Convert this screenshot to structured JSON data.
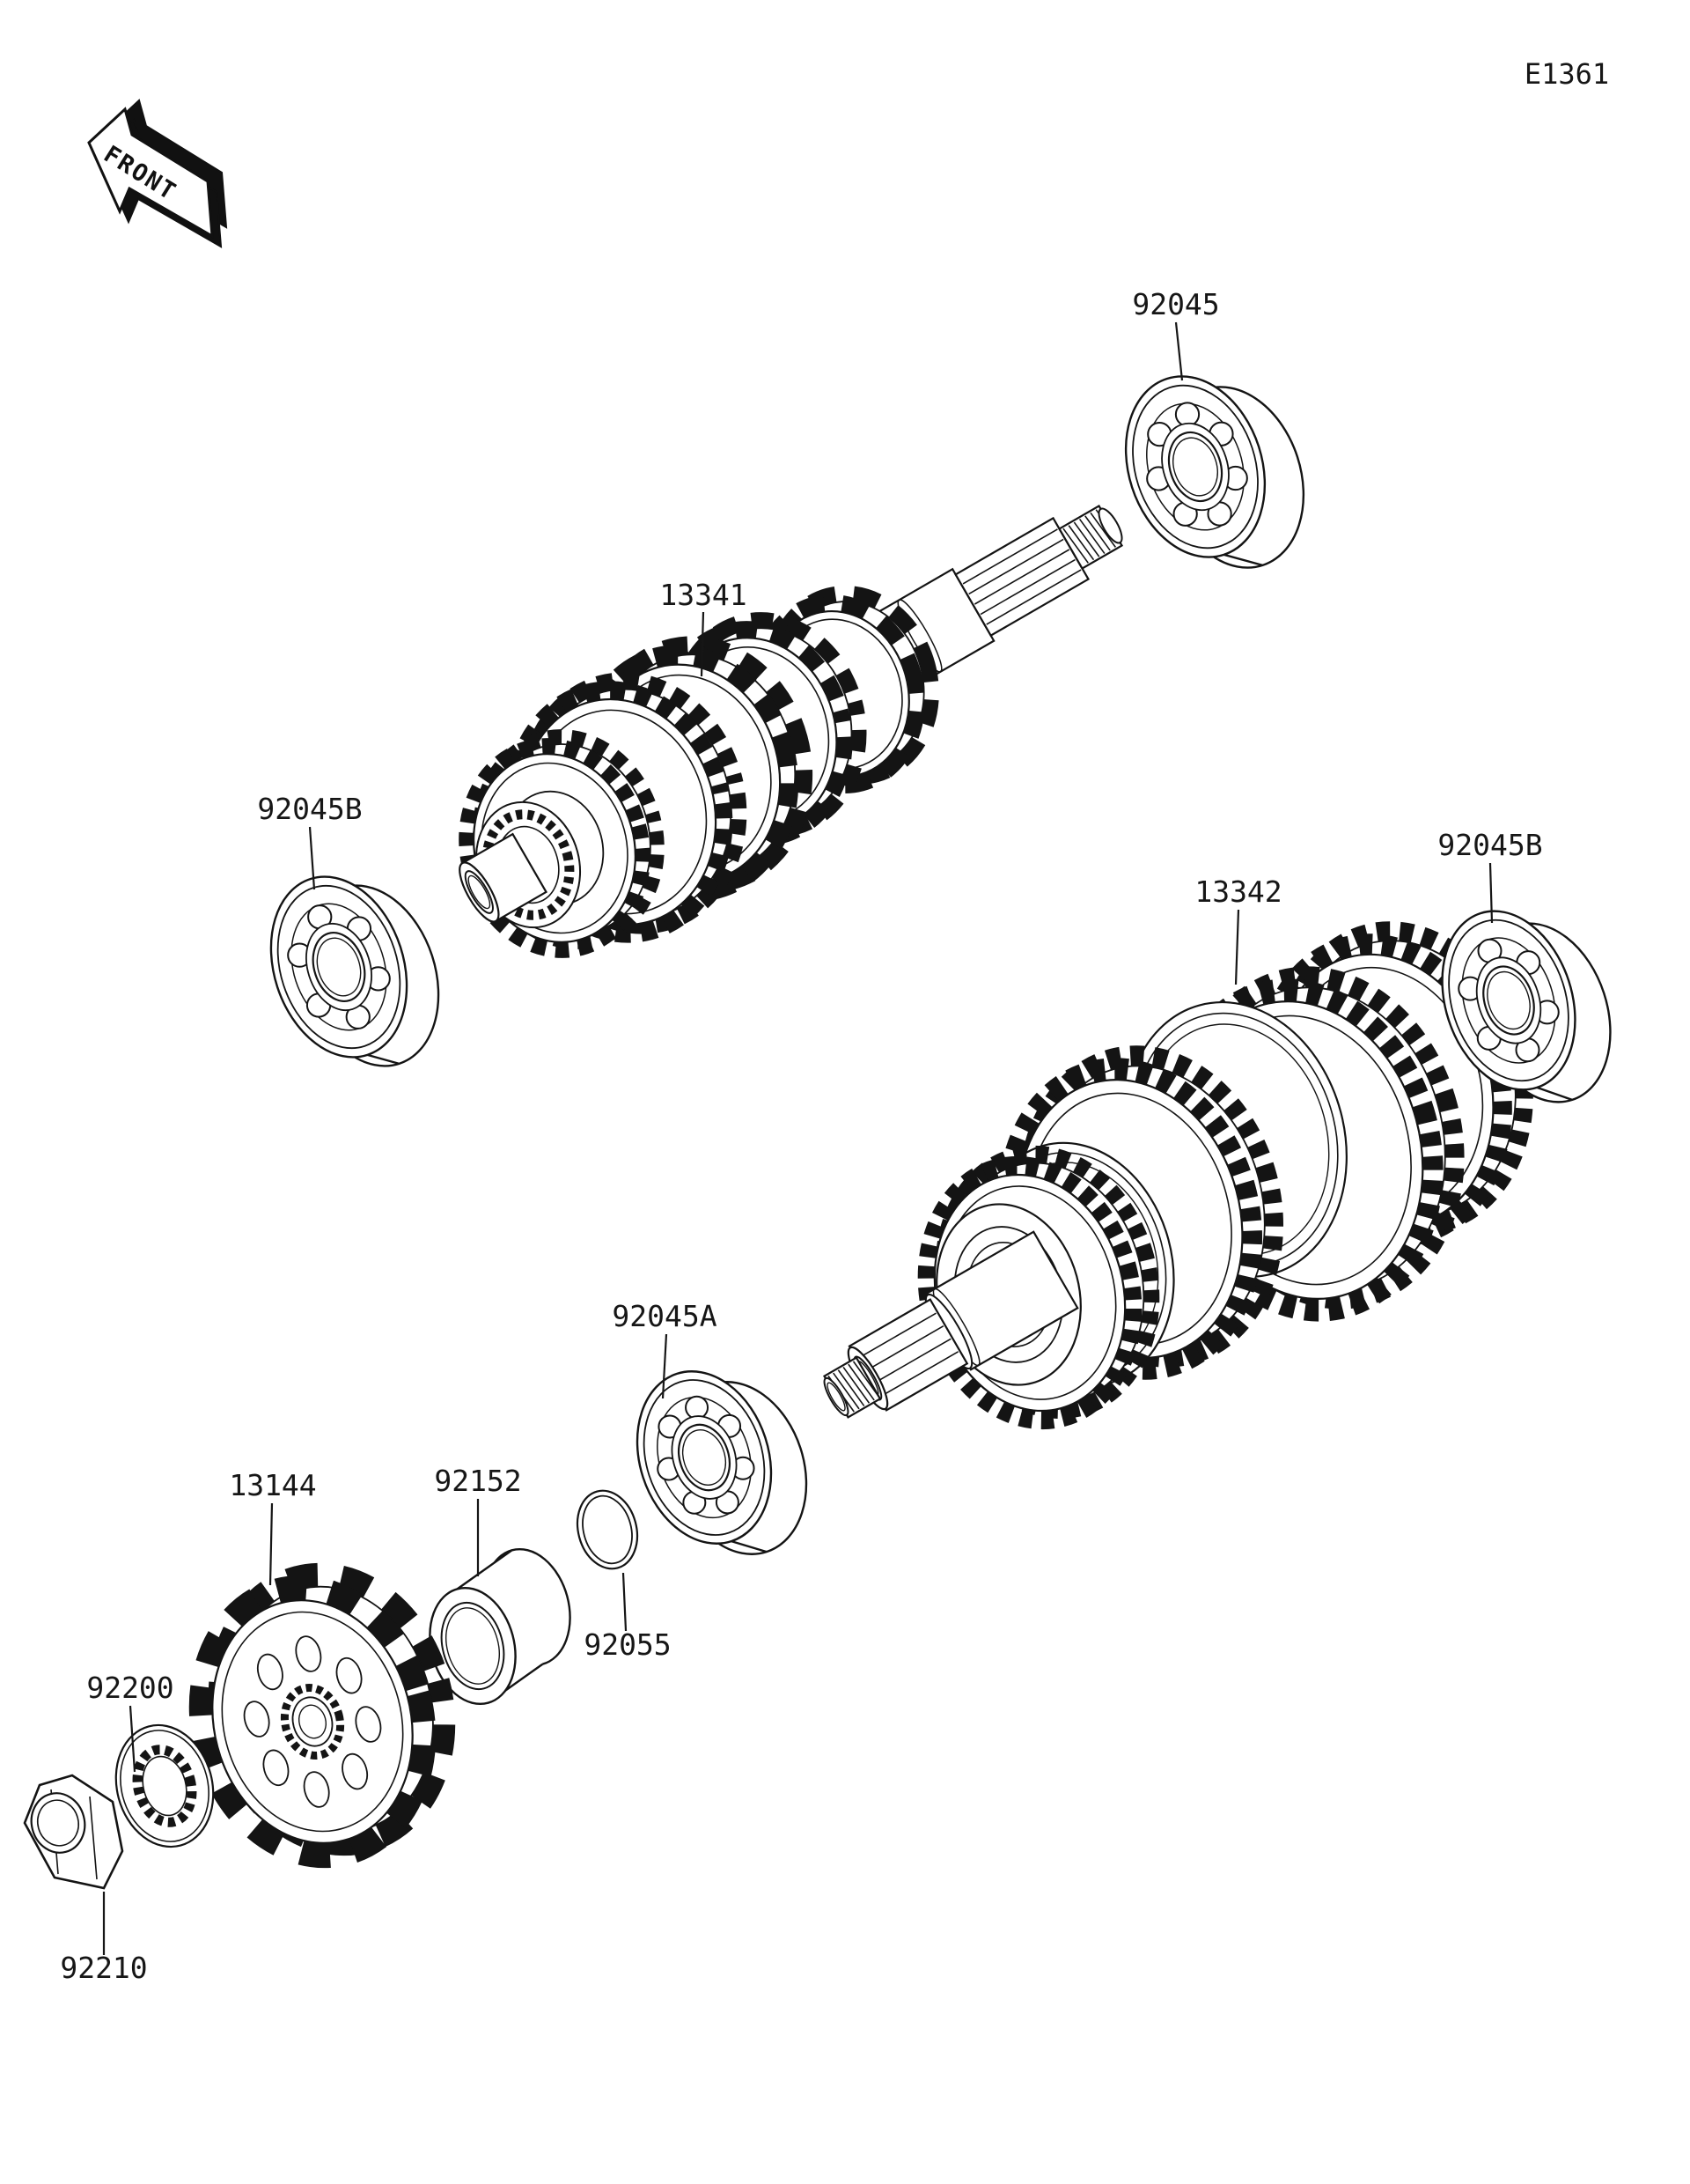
{
  "diagram": {
    "page_code": "E1361",
    "front_marker": "FRONT",
    "background": "#ffffff",
    "line_color": "#141414"
  },
  "parts": {
    "bearing_92045": "92045",
    "shaft_13341": "13341",
    "bearing_92045b_left": "92045B",
    "shaft_13342": "13342",
    "bearing_92045b_right": "92045B",
    "bearing_92045a": "92045A",
    "sprocket_13144": "13144",
    "collar_92152": "92152",
    "oring_92055": "92055",
    "washer_92200": "92200",
    "nut_92210": "92210"
  }
}
